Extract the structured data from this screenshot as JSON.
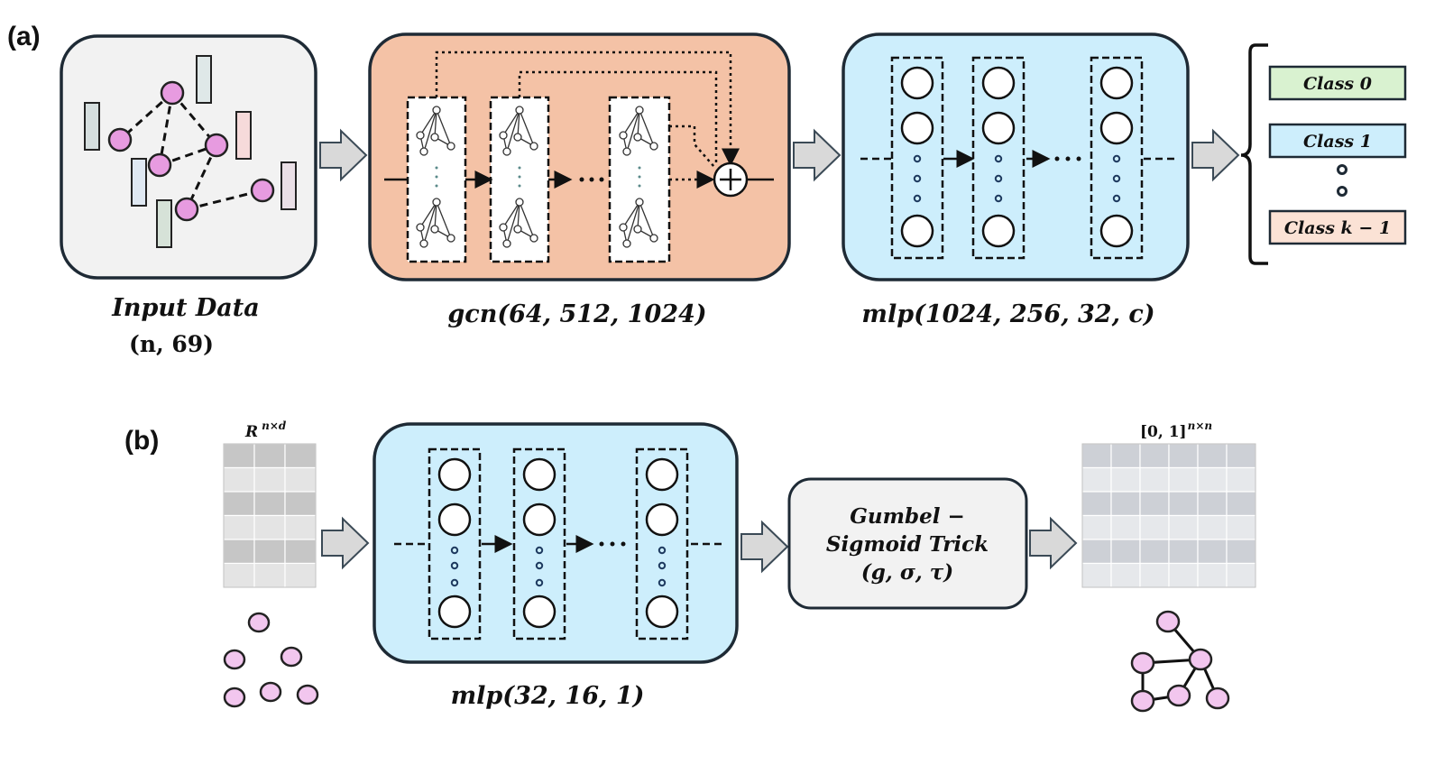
{
  "panel_a": {
    "label": "(a)",
    "input_caption": "Input Data",
    "input_shape": "(n, 69)",
    "gcn_caption": "gcn(64, 512, 1024)",
    "mlp_caption": "mlp(1024, 256, 32, c)",
    "classes": [
      "Class 0",
      "Class 1",
      "Class k − 1"
    ],
    "class_colors": [
      "#d9f2d0",
      "#cdeefc",
      "#fbe2d5"
    ]
  },
  "panel_b": {
    "label": "(b)",
    "input_matrix_label": "R n×d",
    "mlp_caption": "mlp(32, 16, 1)",
    "gumbel_line1": "Gumbel −",
    "gumbel_line2": "Sigmoid Trick",
    "gumbel_line3": "(g, σ, τ)",
    "output_matrix_label": "[0, 1]n×n"
  },
  "colors": {
    "input_box": "#f2f2f2",
    "gcn_box": "#f4c2a6",
    "mlp_box": "#cdeefc",
    "node": "#e79be0",
    "node_light": "#f2c6ee",
    "arrow": "#d9d9d9",
    "border": "#1e2a35"
  }
}
